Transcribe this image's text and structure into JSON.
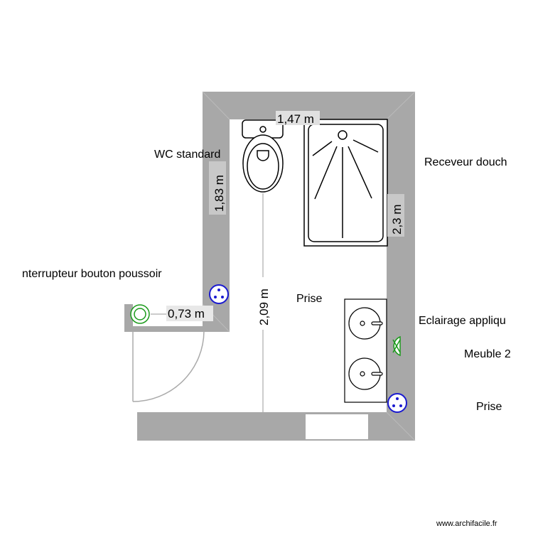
{
  "labels": {
    "wc": "WC standard",
    "shower": "Receveur douch",
    "switch": "nterrupteur bouton poussoir",
    "outlet1": "Prise",
    "light": "Eclairage appliqu",
    "cabinet": "Meuble 2",
    "outlet2": "Prise"
  },
  "dimensions": {
    "top": "1,47 m",
    "left": "1,83 m",
    "right": "2,3 m",
    "middle": "2,09 m",
    "door": "0,73 m"
  },
  "footer": "www.archifacile.fr",
  "colors": {
    "wall": "#a8a8a8",
    "outlet": "#1a1ad0",
    "electric_green": "#1a9a1a"
  }
}
